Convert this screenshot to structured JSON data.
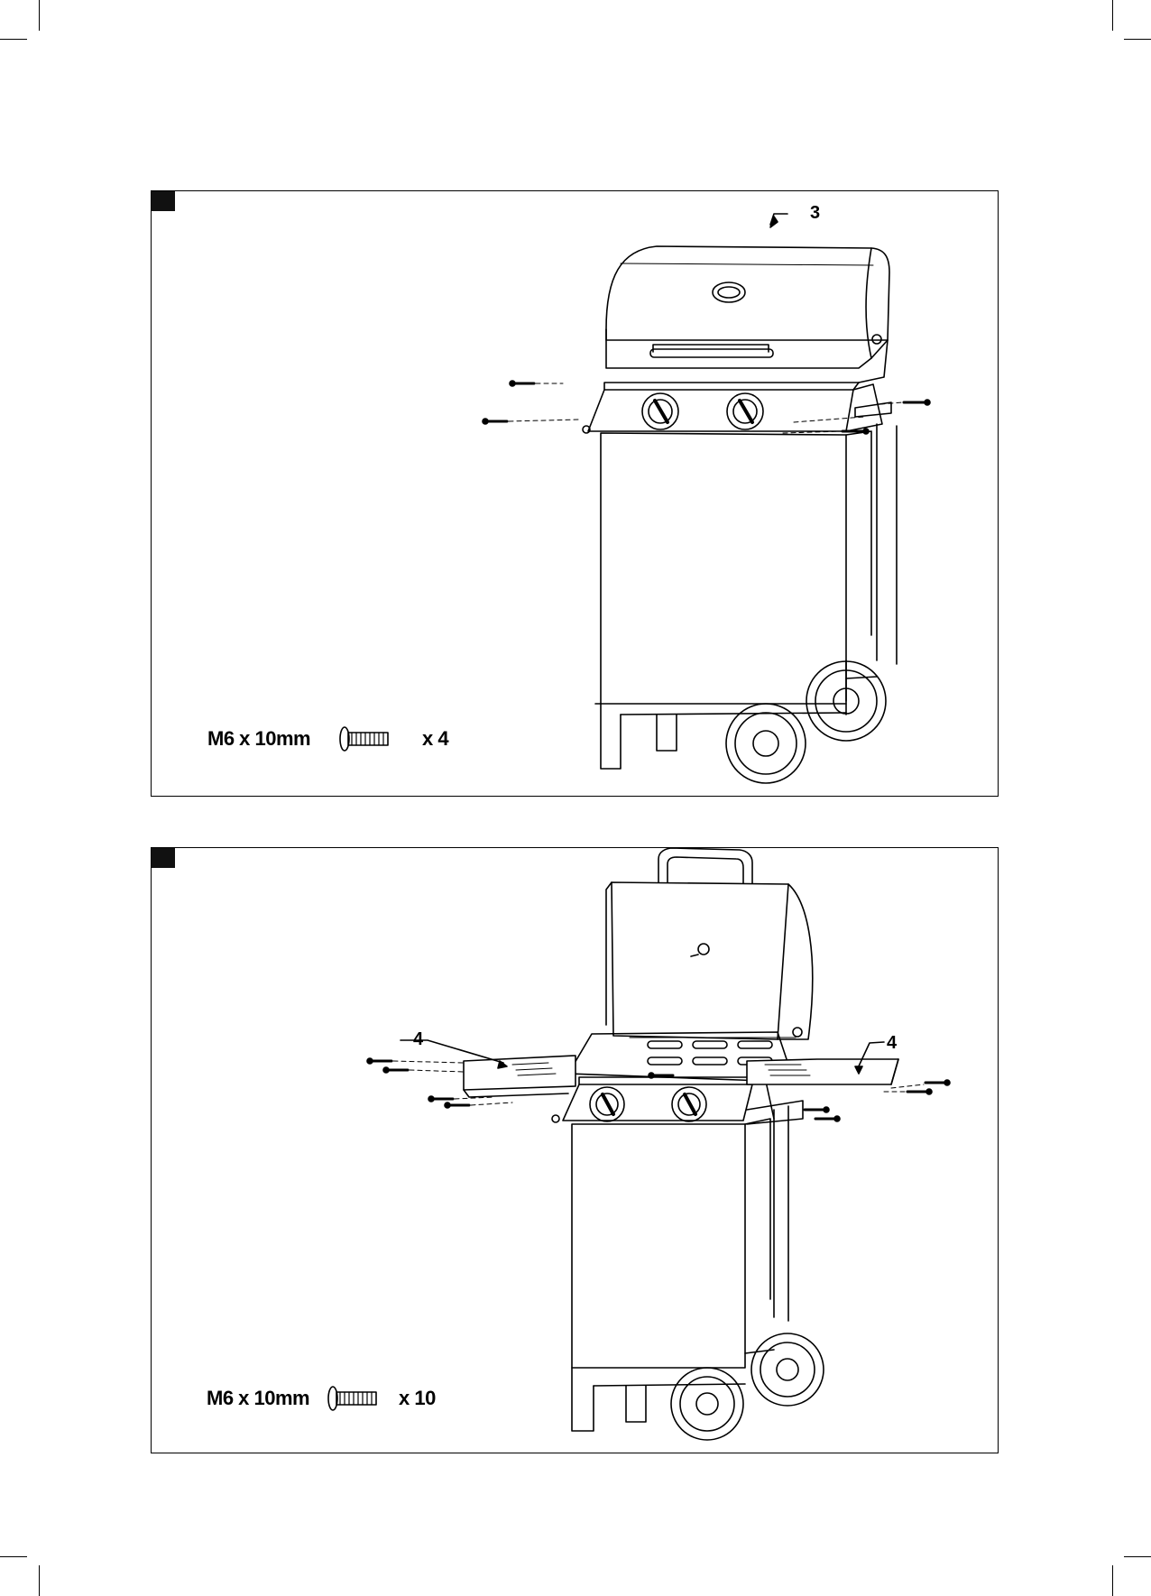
{
  "steps": [
    {
      "hardware": {
        "spec": "M6 x 10mm",
        "quantity": "x 4",
        "icon": "bolt-icon"
      },
      "callouts": [
        "3"
      ]
    },
    {
      "hardware": {
        "spec": "M6 x 10mm",
        "quantity": "x 10",
        "icon": "bolt-icon"
      },
      "callouts": [
        "4",
        "4"
      ]
    }
  ],
  "colors": {
    "line": "#000000",
    "marker": "#111111",
    "background": "#ffffff"
  }
}
